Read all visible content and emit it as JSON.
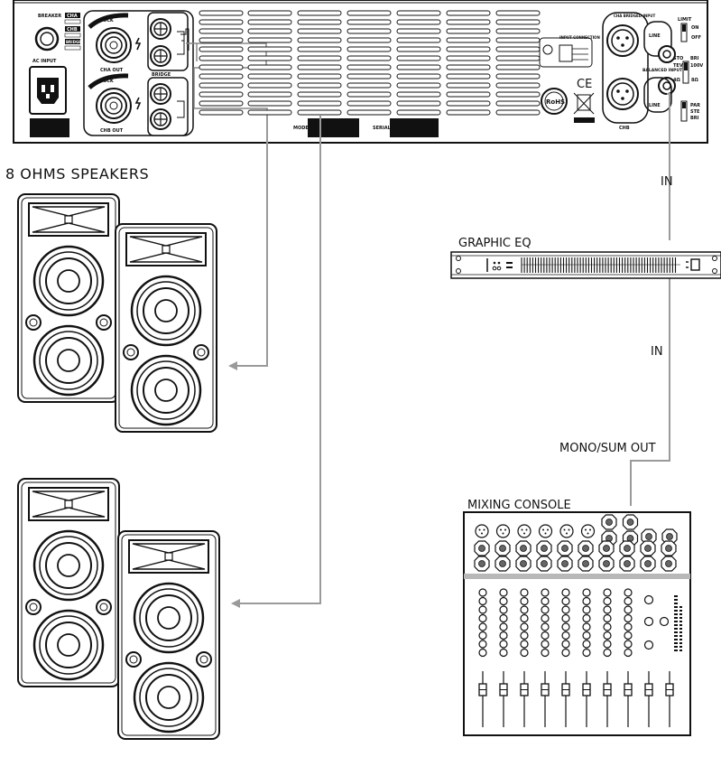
{
  "labels": {
    "speakers_title": "8 OHMS SPEAKERS",
    "in_top": "IN",
    "graphic_eq": "GRAPHIC EQ",
    "in_bottom": "IN",
    "mono_sum_out": "MONO/SUM OUT",
    "mixing_console": "MIXING CONSOLE"
  },
  "amp_panel": {
    "breaker": "BREAKER",
    "cha": "CHA",
    "chb": "CHB",
    "bridge_mini": "BRIDGE",
    "ac_input": "AC INPUT",
    "lock_1": "LOCK",
    "lock_2": "LOCK",
    "cha_out": "CHA OUT",
    "chb_out": "CHB OUT",
    "bridge": "BRIDGE",
    "model": "MODEL",
    "serial": "SERIAL",
    "input_connection": "INPUT CONNECTION",
    "cha_bridged_input": "CHA BRIDGED INPUT",
    "chb_input": "CHB",
    "line_1": "LINE",
    "line_2": "LINE",
    "balanced_input": "BALANCED INPUT",
    "limit": "LIMIT",
    "on": "ON",
    "off": "OFF",
    "sto": "STO",
    "bri": "BRI",
    "v100": "100V",
    "tev": "TEV",
    "ohm4": "4Ω",
    "ohm8": "8Ω",
    "par": "PAR",
    "ste": "STE",
    "bri2": "BRI",
    "ce": "CE",
    "rohs": "RoHS"
  },
  "colors": {
    "wire": "#9a9a9a",
    "ink": "#111111",
    "console_band": "#b8b8b8"
  }
}
